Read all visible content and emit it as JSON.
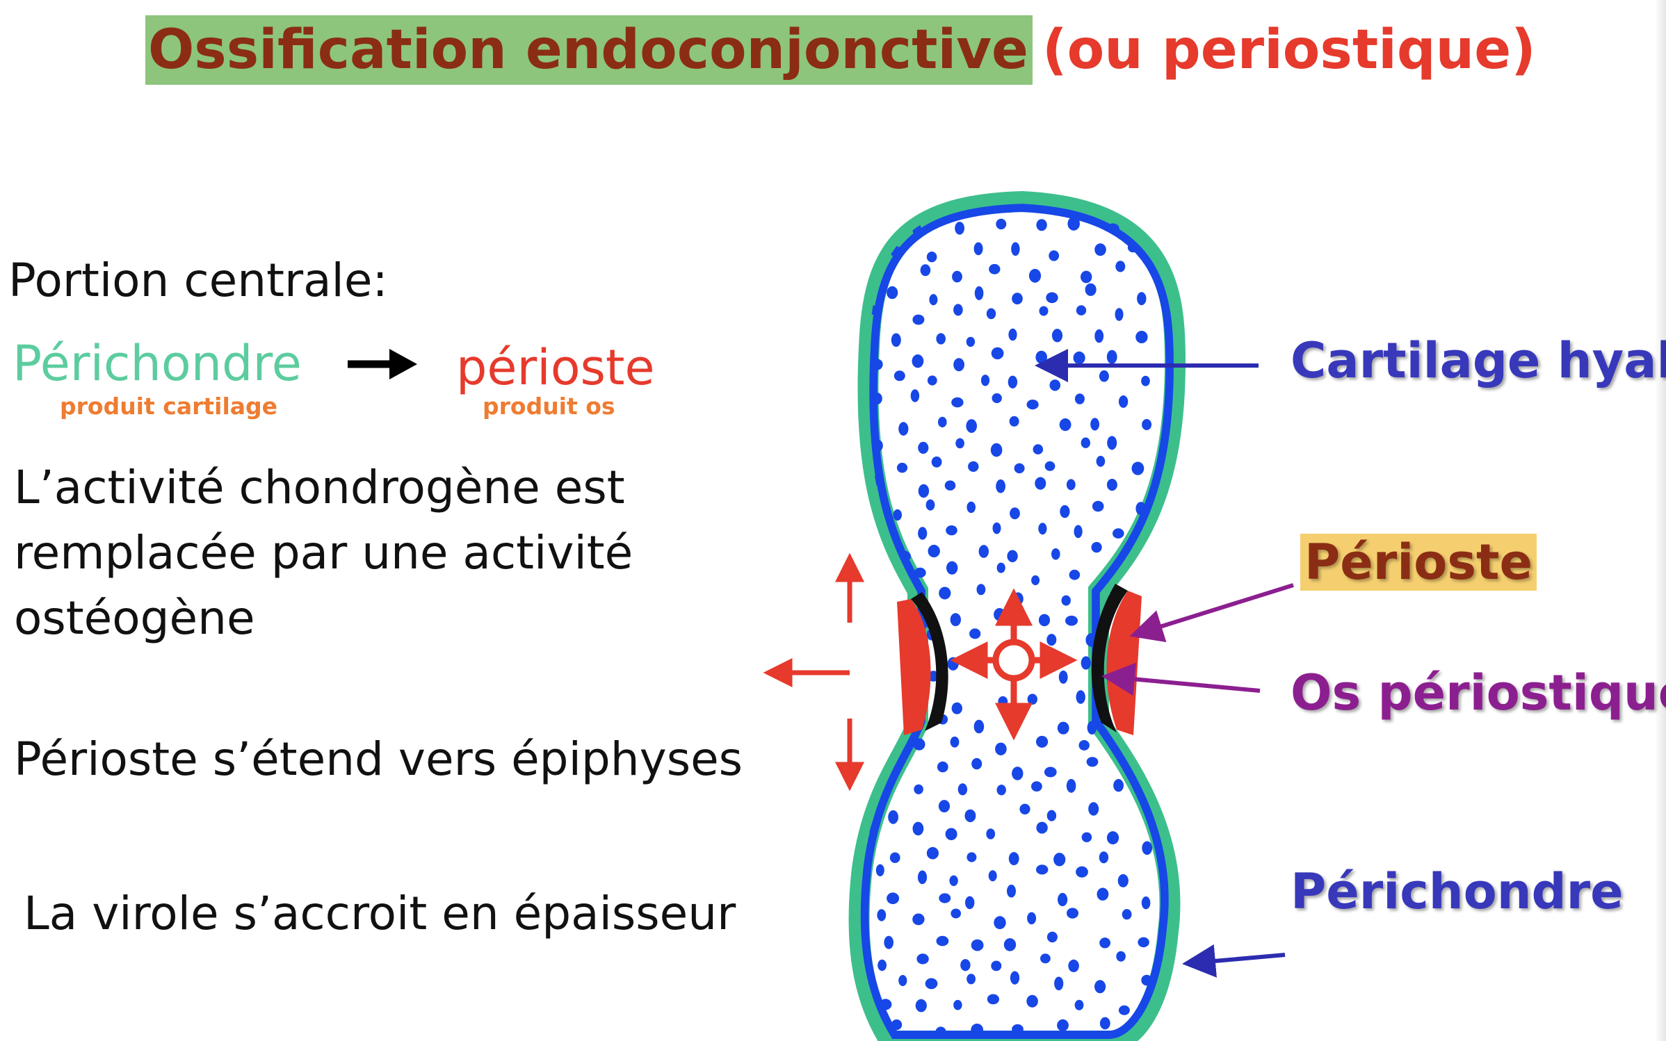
{
  "title": {
    "main": "Ossification endoconjonctive",
    "sub": "(ou periostique)"
  },
  "left": {
    "portion": "Portion centrale:",
    "perichondre": "Périchondre",
    "perichondre_note": "produit cartilage",
    "perioste": "périoste",
    "perioste_note": "produit os",
    "paragraph": "L’activité chondrogène est remplacée par une activité ostéogène",
    "extension": "Périoste s’étend vers épiphyses",
    "virole": "La virole s’accroit en épaisseur"
  },
  "labels": {
    "cartilage": "Cartilage hyalin",
    "perioste": "Périoste",
    "os_periostique": "Os périostique",
    "perichondre": "Périchondre"
  },
  "colors": {
    "perichondre_green": "#3dbf8c",
    "cartilage_blue": "#1747e6",
    "perioste_red": "#e63a2c",
    "os_black": "#111111",
    "label_blue": "#3838bb",
    "label_purple": "#8c1f90",
    "title_bg": "#8dc57c"
  },
  "icons": {
    "transition_arrow": "right-arrow-icon",
    "growth_arrows": "expand-arrows-icon"
  }
}
